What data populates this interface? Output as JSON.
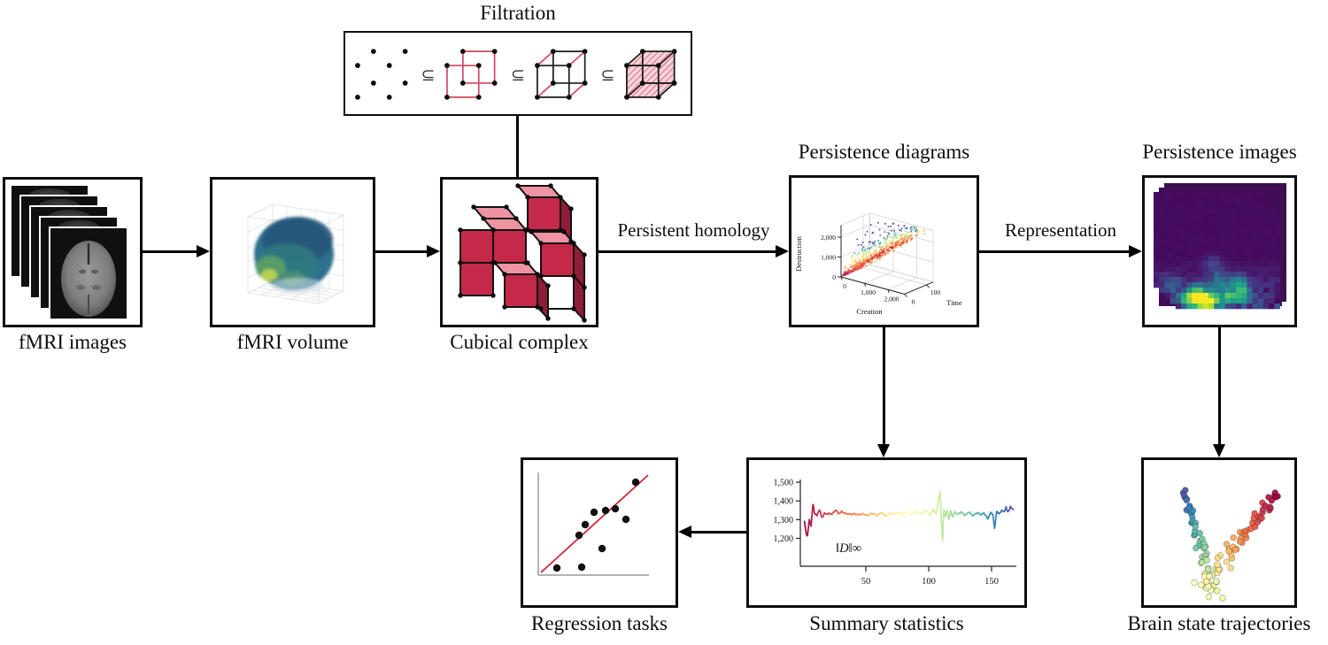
{
  "diagram": {
    "filtration": {
      "title": "Filtration",
      "subset_symbol": "⊆"
    },
    "nodes": {
      "fmri_images": {
        "label": "fMRI images"
      },
      "fmri_volume": {
        "label": "fMRI volume"
      },
      "cubical_complex": {
        "label": "Cubical complex"
      },
      "persistence_diagrams": {
        "label": "Persistence diagrams"
      },
      "persistence_images": {
        "label": "Persistence images"
      },
      "regression_tasks": {
        "label": "Regression tasks"
      },
      "summary_statistics": {
        "label": "Summary statistics"
      },
      "brain_state_trajectories": {
        "label": "Brain state trajectories"
      }
    },
    "edge_labels": {
      "persistent_homology": "Persistent homology",
      "representation": "Representation"
    }
  },
  "colors": {
    "background": "#ffffff",
    "line": "#000000",
    "box_border": "#0d0d0d",
    "cube_front": "#c5294a",
    "cube_top": "#ee93a4",
    "cube_side": "#8e1d38",
    "filtration_red": "#d4455f",
    "hatch_pink": "#f7d3da",
    "regression_line": "#d0202f",
    "axis_gray": "#999999"
  },
  "chart_data": [
    {
      "id": "persistence_diagrams",
      "type": "scatter",
      "projection": "3d",
      "xlabel": "Creation",
      "ylabel": "Time",
      "zlabel": "Destruction",
      "x_ticks": [
        "0",
        "1,000",
        "2,000"
      ],
      "y_ticks": [
        "0",
        "100"
      ],
      "z_ticks": [
        "0",
        "1,000",
        "2,000"
      ],
      "xlim": [
        0,
        2700
      ],
      "ylim": [
        0,
        130
      ],
      "zlim": [
        0,
        2600
      ],
      "legend": "none",
      "grid": true,
      "description": "Cloud of (creation, destruction) pairs per time point; dense dark-red band along the diagonal, orange-yellow-green above it, blue points at high persistence and late times (top right)."
    },
    {
      "id": "summary_statistics",
      "type": "line",
      "x_ticks": [
        "50",
        "100",
        "150"
      ],
      "y_ticks": [
        "1,200",
        "1,300",
        "1,400",
        "1,500"
      ],
      "xlim": [
        0,
        170
      ],
      "ylim": [
        1150,
        1510
      ],
      "annotation": "‖D‖∞",
      "grid": false,
      "series": [
        {
          "name": "sup-norm over time, colored red to blue",
          "keypoints": [
            [
              1,
              1300
            ],
            [
              2,
              1250
            ],
            [
              3.5,
              1210
            ],
            [
              5,
              1300
            ],
            [
              6.5,
              1262
            ],
            [
              8,
              1390
            ],
            [
              9,
              1340
            ],
            [
              11,
              1322
            ],
            [
              13,
              1352
            ],
            [
              15,
              1310
            ],
            [
              17,
              1336
            ],
            [
              20,
              1328
            ],
            [
              23,
              1332
            ],
            [
              26,
              1352
            ],
            [
              28,
              1330
            ],
            [
              31,
              1346
            ],
            [
              34,
              1328
            ],
            [
              38,
              1332
            ],
            [
              42,
              1326
            ],
            [
              46,
              1331
            ],
            [
              50,
              1324
            ],
            [
              54,
              1331
            ],
            [
              58,
              1326
            ],
            [
              62,
              1333
            ],
            [
              66,
              1324
            ],
            [
              70,
              1330
            ],
            [
              74,
              1337
            ],
            [
              78,
              1327
            ],
            [
              82,
              1343
            ],
            [
              86,
              1330
            ],
            [
              90,
              1341
            ],
            [
              94,
              1334
            ],
            [
              98,
              1347
            ],
            [
              101,
              1330
            ],
            [
              104,
              1352
            ],
            [
              106,
              1330
            ],
            [
              107.5,
              1398
            ],
            [
              109,
              1448
            ],
            [
              110,
              1305
            ],
            [
              111,
              1170
            ],
            [
              112,
              1360
            ],
            [
              113,
              1310
            ],
            [
              114.5,
              1356
            ],
            [
              116,
              1300
            ],
            [
              117.5,
              1348
            ],
            [
              119,
              1310
            ],
            [
              121,
              1346
            ],
            [
              123,
              1328
            ],
            [
              126,
              1338
            ],
            [
              129,
              1326
            ],
            [
              132,
              1337
            ],
            [
              135,
              1324
            ],
            [
              138,
              1334
            ],
            [
              141,
              1328
            ],
            [
              144,
              1337
            ],
            [
              147,
              1300
            ],
            [
              149,
              1340
            ],
            [
              151,
              1330
            ],
            [
              152.5,
              1245
            ],
            [
              154,
              1346
            ],
            [
              156,
              1332
            ],
            [
              158,
              1352
            ],
            [
              160,
              1336
            ],
            [
              161.5,
              1368
            ],
            [
              163,
              1340
            ],
            [
              165,
              1372
            ],
            [
              166.5,
              1350
            ],
            [
              168,
              1358
            ]
          ]
        }
      ]
    },
    {
      "id": "regression_tasks",
      "type": "scatter",
      "points": [
        [
          38,
          122
        ],
        [
          66,
          121
        ],
        [
          63,
          85
        ],
        [
          70,
          73
        ],
        [
          80,
          59
        ],
        [
          93,
          57
        ],
        [
          104,
          55
        ],
        [
          116,
          67
        ],
        [
          89,
          100
        ],
        [
          127,
          25
        ]
      ],
      "fit_line": [
        [
          20,
          127
        ],
        [
          141,
          17
        ]
      ],
      "axes": "unlabeled gray L axes",
      "description": "Black scatter points around a red fitted regression line."
    },
    {
      "id": "brain_state_trajectories",
      "type": "scatter",
      "description": "V-shaped 2D embedding of brain states; points colored by time from dark blue (upper left) through teal, green and yellow (bottom of V) to orange and dark red (upper right).",
      "n_points": 118
    },
    {
      "id": "persistence_images",
      "type": "heatmap",
      "colormap": "viridis",
      "description": "Stack of persistence images; mostly dark purple with a bright yellow-green hotspot near the bottom centre-left and smaller teal/green spots along the lower edge."
    }
  ]
}
